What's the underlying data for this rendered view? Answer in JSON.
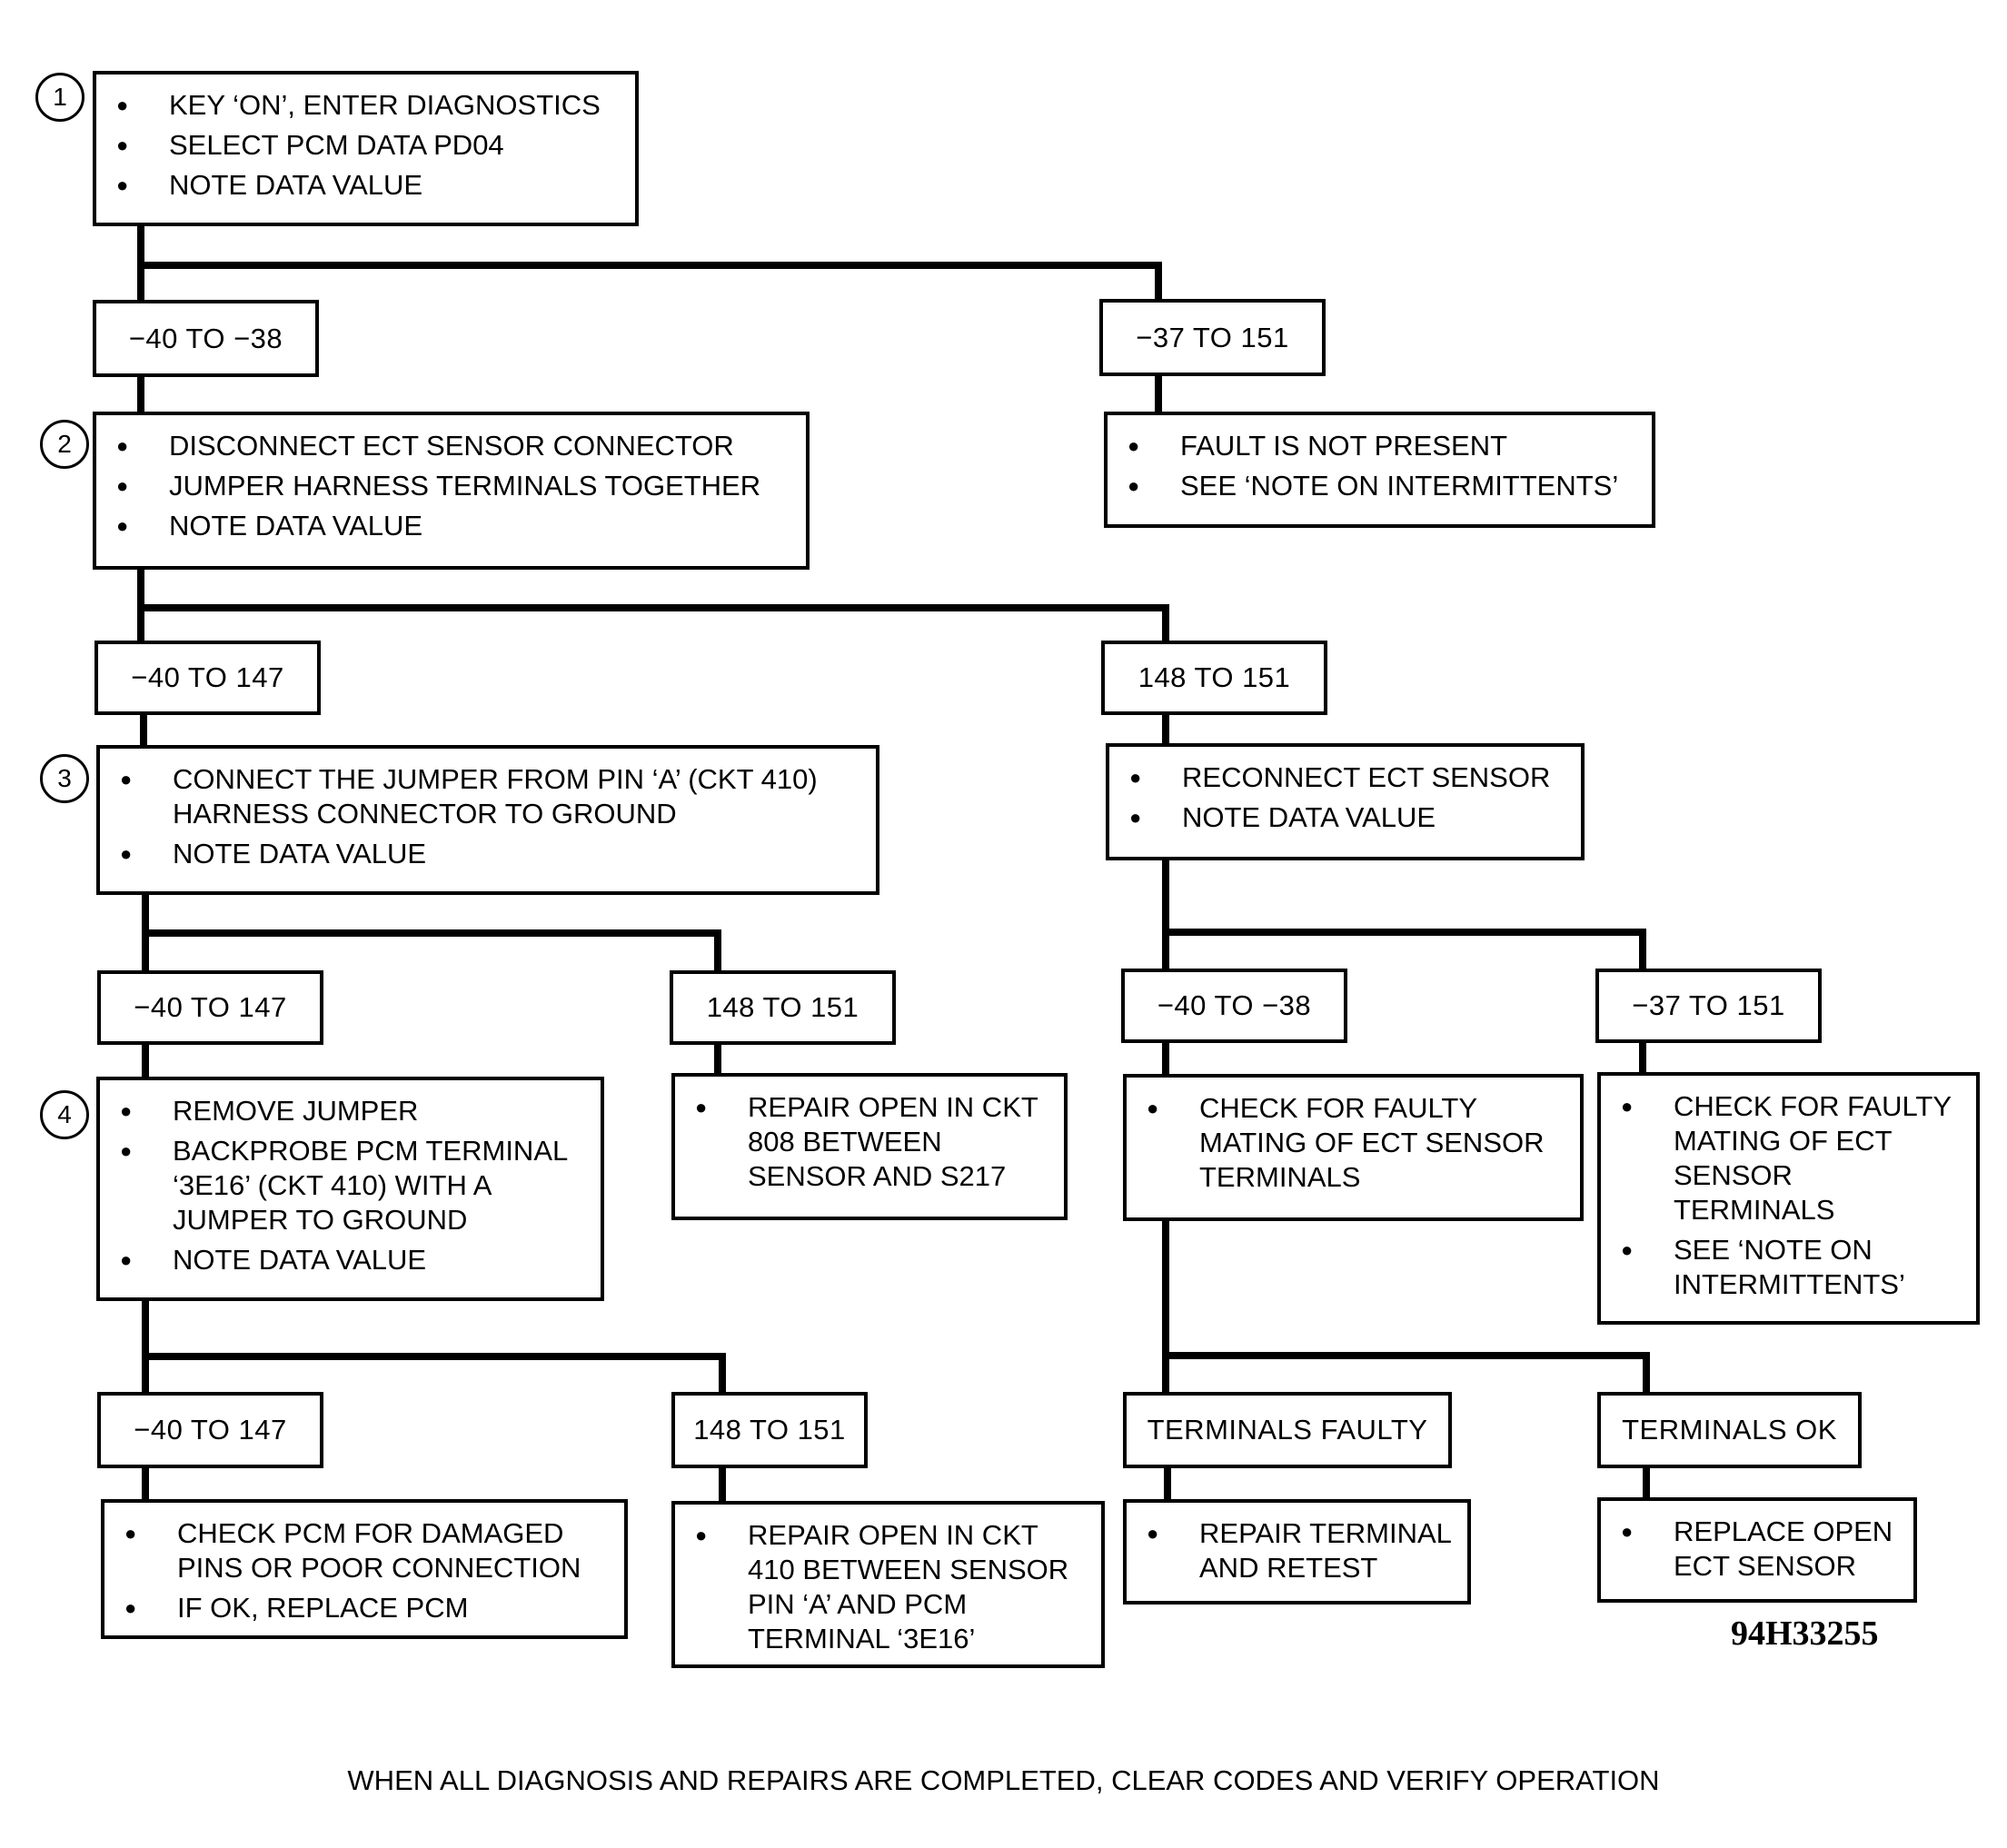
{
  "steps": {
    "s1": {
      "number": "1",
      "items": [
        [
          "KEY ‘ON’, ENTER DIAGNOSTICS"
        ],
        [
          "SELECT PCM DATA PD04"
        ],
        [
          "NOTE DATA VALUE"
        ]
      ]
    },
    "s2": {
      "number": "2",
      "items": [
        [
          "DISCONNECT ECT SENSOR CONNECTOR"
        ],
        [
          "JUMPER HARNESS TERMINALS TOGETHER"
        ],
        [
          "NOTE DATA VALUE"
        ]
      ]
    },
    "s2r": {
      "items": [
        [
          "FAULT IS NOT PRESENT"
        ],
        [
          "SEE ‘NOTE ON INTERMITTENTS’"
        ]
      ]
    },
    "s3": {
      "number": "3",
      "items": [
        [
          "CONNECT THE JUMPER FROM PIN ‘A’ (CKT 410)",
          "HARNESS CONNECTOR TO GROUND"
        ],
        [
          "NOTE DATA VALUE"
        ]
      ]
    },
    "s3r": {
      "items": [
        [
          "RECONNECT ECT SENSOR"
        ],
        [
          "NOTE DATA VALUE"
        ]
      ]
    },
    "s4": {
      "number": "4",
      "items": [
        [
          "REMOVE JUMPER"
        ],
        [
          "BACKPROBE PCM TERMINAL",
          "‘3E16’ (CKT 410) WITH A",
          "JUMPER TO GROUND"
        ],
        [
          "NOTE DATA VALUE"
        ]
      ]
    },
    "s4b": {
      "items": [
        [
          "REPAIR OPEN IN CKT",
          "808 BETWEEN",
          "SENSOR AND S217"
        ]
      ]
    },
    "s4c": {
      "items": [
        [
          "CHECK FOR FAULTY",
          "MATING OF ECT SENSOR",
          "TERMINALS"
        ]
      ]
    },
    "s4d": {
      "items": [
        [
          "CHECK FOR FAULTY",
          "MATING OF ECT",
          "SENSOR",
          "TERMINALS"
        ],
        [
          "SEE ‘NOTE ON",
          "INTERMITTENTS’"
        ]
      ]
    },
    "s5a": {
      "items": [
        [
          "CHECK PCM FOR DAMAGED",
          "PINS OR POOR CONNECTION"
        ],
        [
          "IF OK,  REPLACE PCM"
        ]
      ]
    },
    "s5b": {
      "items": [
        [
          "REPAIR OPEN IN CKT",
          "410 BETWEEN SENSOR",
          "PIN ‘A’ AND PCM",
          "TERMINAL ‘3E16’"
        ]
      ]
    },
    "s5c": {
      "items": [
        [
          "REPAIR TERMINAL",
          "AND RETEST"
        ]
      ]
    },
    "s5d": {
      "items": [
        [
          "REPLACE OPEN",
          "ECT SENSOR"
        ]
      ]
    }
  },
  "ranges": {
    "r1a": "−40 TO −38",
    "r1b": "−37 TO 151",
    "r2a": "−40 TO 147",
    "r2b": "148 TO 151",
    "r3a": "−40 TO 147",
    "r3b": "148 TO 151",
    "r3c": "−40 TO −38",
    "r3d": "−37 TO 151",
    "r4a": "−40 TO 147",
    "r4b": "148 TO 151",
    "r4c": "TERMINALS FAULTY",
    "r4d": "TERMINALS OK"
  },
  "figure_id": "94H33255",
  "footer": "WHEN ALL DIAGNOSIS AND REPAIRS ARE COMPLETED, CLEAR CODES AND VERIFY OPERATION"
}
